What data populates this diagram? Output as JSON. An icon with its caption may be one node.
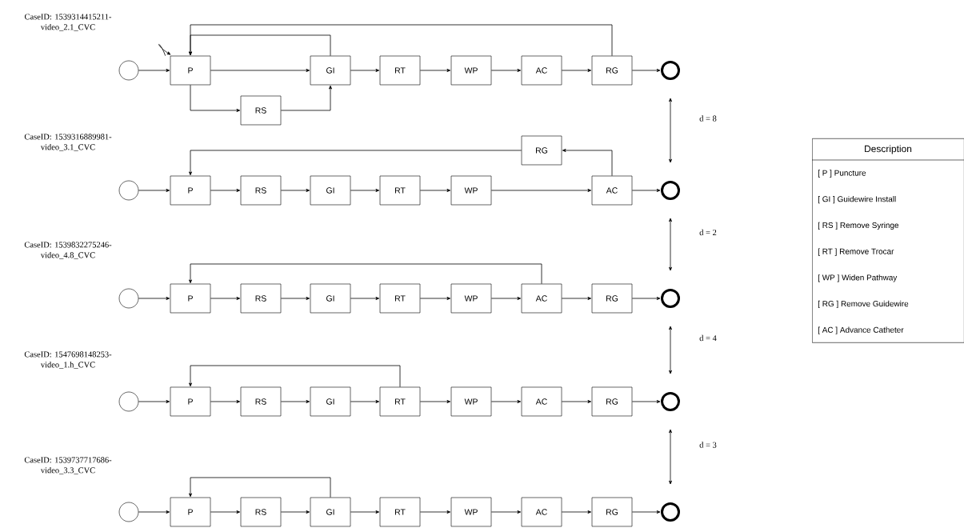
{
  "diagram": {
    "nodes": [
      {
        "text": [],
        "shape": "circle"
      },
      {
        "text": [
          "P"
        ]
      },
      {
        "text": [
          "RS"
        ]
      },
      {
        "text": [
          "GI"
        ]
      },
      {
        "text": [
          "RT"
        ]
      },
      {
        "text": [
          "WP"
        ]
      },
      {
        "text": [
          "AC"
        ]
      },
      {
        "text": [
          "RG"
        ]
      },
      {
        "text": [],
        "shape": "circle"
      },
      {
        "text": [],
        "shape": "circle"
      },
      {
        "text": [
          "RG"
        ]
      },
      {
        "text": [
          "P"
        ]
      },
      {
        "text": [
          "RS"
        ]
      },
      {
        "text": [
          "GI"
        ]
      },
      {
        "text": [
          "RT"
        ]
      },
      {
        "text": [
          "WP"
        ]
      },
      {
        "text": [
          "AC"
        ]
      },
      {
        "text": [],
        "shape": "circle"
      },
      {
        "text": [],
        "shape": "circle"
      },
      {
        "text": [
          "P"
        ]
      },
      {
        "text": [
          "RS"
        ]
      },
      {
        "text": [
          "GI"
        ]
      },
      {
        "text": [
          "RT"
        ]
      },
      {
        "text": [
          "WP"
        ]
      },
      {
        "text": [
          "AC"
        ]
      },
      {
        "text": [
          "RG"
        ]
      },
      {
        "text": [],
        "shape": "circle"
      },
      {
        "text": [],
        "shape": "circle"
      },
      {
        "text": [
          "P"
        ]
      },
      {
        "text": [
          "RS"
        ]
      },
      {
        "text": [
          "GI"
        ]
      },
      {
        "text": [
          "RT"
        ]
      },
      {
        "text": [
          "WP"
        ]
      },
      {
        "text": [
          "AC"
        ]
      },
      {
        "text": [
          "RG"
        ]
      },
      {
        "text": [],
        "shape": "circle"
      },
      {
        "text": [],
        "shape": "circle"
      },
      {
        "text": [
          "P"
        ]
      },
      {
        "text": [
          "RS"
        ]
      },
      {
        "text": [
          "GI"
        ]
      },
      {
        "text": [
          "RT"
        ]
      },
      {
        "text": [
          "WP"
        ]
      },
      {
        "text": [
          "AC"
        ]
      },
      {
        "text": [
          "RG"
        ]
      },
      {
        "text": [],
        "shape": "circle"
      },
      {
        "text": [
          "Description",
          "[ P ] Puncture",
          "[ GI ] Guidewire Install",
          "[ RS ] Remove Syringe",
          "[ RT ] Remove Trocar",
          "[ WP ] Widen Pathway",
          "[ RG ] Remove Guidewire",
          "[ AC ] Advance Catheter"
        ]
      }
    ],
    "edges": [
      {
        "from": 0,
        "to": 1,
        "arrow": "to"
      },
      {
        "from": 1,
        "to": 3,
        "arrow": "to"
      },
      {
        "from": 3,
        "to": 4,
        "arrow": "to"
      },
      {
        "from": 4,
        "to": 5,
        "arrow": "to"
      },
      {
        "from": 5,
        "to": 6,
        "arrow": "to"
      },
      {
        "from": 6,
        "to": 7,
        "arrow": "to"
      },
      {
        "from": 7,
        "to": 8,
        "arrow": "to"
      },
      {
        "from": 1,
        "to": 2,
        "arrow": "to"
      },
      {
        "from": 2,
        "to": 3,
        "arrow": "to"
      },
      {
        "from": 3,
        "to": 1,
        "arrow": "to"
      },
      {
        "from": 7,
        "to": 1,
        "arrow": "to"
      },
      {
        "from": 1,
        "to": 1,
        "arrow": "to"
      },
      {
        "from": 9,
        "to": 11,
        "arrow": "to"
      },
      {
        "from": 11,
        "to": 12,
        "arrow": "to"
      },
      {
        "from": 12,
        "to": 13,
        "arrow": "to"
      },
      {
        "from": 13,
        "to": 14,
        "arrow": "to"
      },
      {
        "from": 14,
        "to": 15,
        "arrow": "to"
      },
      {
        "from": 15,
        "to": 16,
        "arrow": "to"
      },
      {
        "from": 16,
        "to": 17,
        "arrow": "to"
      },
      {
        "from": 16,
        "to": 10,
        "arrow": "to"
      },
      {
        "from": 10,
        "to": 11,
        "arrow": "to"
      },
      {
        "from": 18,
        "to": 19,
        "arrow": "to"
      },
      {
        "from": 19,
        "to": 20,
        "arrow": "to"
      },
      {
        "from": 20,
        "to": 21,
        "arrow": "to"
      },
      {
        "from": 21,
        "to": 22,
        "arrow": "to"
      },
      {
        "from": 22,
        "to": 23,
        "arrow": "to"
      },
      {
        "from": 23,
        "to": 24,
        "arrow": "to"
      },
      {
        "from": 24,
        "to": 25,
        "arrow": "to"
      },
      {
        "from": 25,
        "to": 26,
        "arrow": "to"
      },
      {
        "from": 24,
        "to": 19,
        "arrow": "to"
      },
      {
        "from": 27,
        "to": 28,
        "arrow": "to"
      },
      {
        "from": 28,
        "to": 29,
        "arrow": "to"
      },
      {
        "from": 29,
        "to": 30,
        "arrow": "to"
      },
      {
        "from": 30,
        "to": 31,
        "arrow": "to"
      },
      {
        "from": 31,
        "to": 32,
        "arrow": "to"
      },
      {
        "from": 32,
        "to": 33,
        "arrow": "to"
      },
      {
        "from": 33,
        "to": 34,
        "arrow": "to"
      },
      {
        "from": 34,
        "to": 35,
        "arrow": "to"
      },
      {
        "from": 31,
        "to": 28,
        "arrow": "to"
      },
      {
        "from": 36,
        "to": 37,
        "arrow": "to"
      },
      {
        "from": 37,
        "to": 38,
        "arrow": "to"
      },
      {
        "from": 38,
        "to": 39,
        "arrow": "to"
      },
      {
        "from": 39,
        "to": 40,
        "arrow": "to"
      },
      {
        "from": 40,
        "to": 41,
        "arrow": "to"
      },
      {
        "from": 41,
        "to": 42,
        "arrow": "to"
      },
      {
        "from": 42,
        "to": 43,
        "arrow": "to"
      },
      {
        "from": 43,
        "to": 44,
        "arrow": "to"
      },
      {
        "from": 39,
        "to": 37,
        "arrow": "to"
      },
      {
        "from": 8,
        "to": 17,
        "arrow": "both",
        "label": "d = 8"
      },
      {
        "from": 17,
        "to": 26,
        "arrow": "both",
        "label": "d = 2"
      },
      {
        "from": 26,
        "to": 35,
        "arrow": "both",
        "label": "d = 4"
      },
      {
        "from": 35,
        "to": 44,
        "arrow": "both",
        "label": "d = 3"
      }
    ],
    "labels": [
      "CaseID: 1539314415211- video_2.1_CVC",
      "CaseID: 1539316889981- video_3.1_CVC",
      "CaseID: 1539832275246- video_4.8_CVC",
      "CaseID: 1547698148253- video_1.h_CVC",
      "CaseID: 1539737717686- video_3.3_CVC"
    ]
  }
}
